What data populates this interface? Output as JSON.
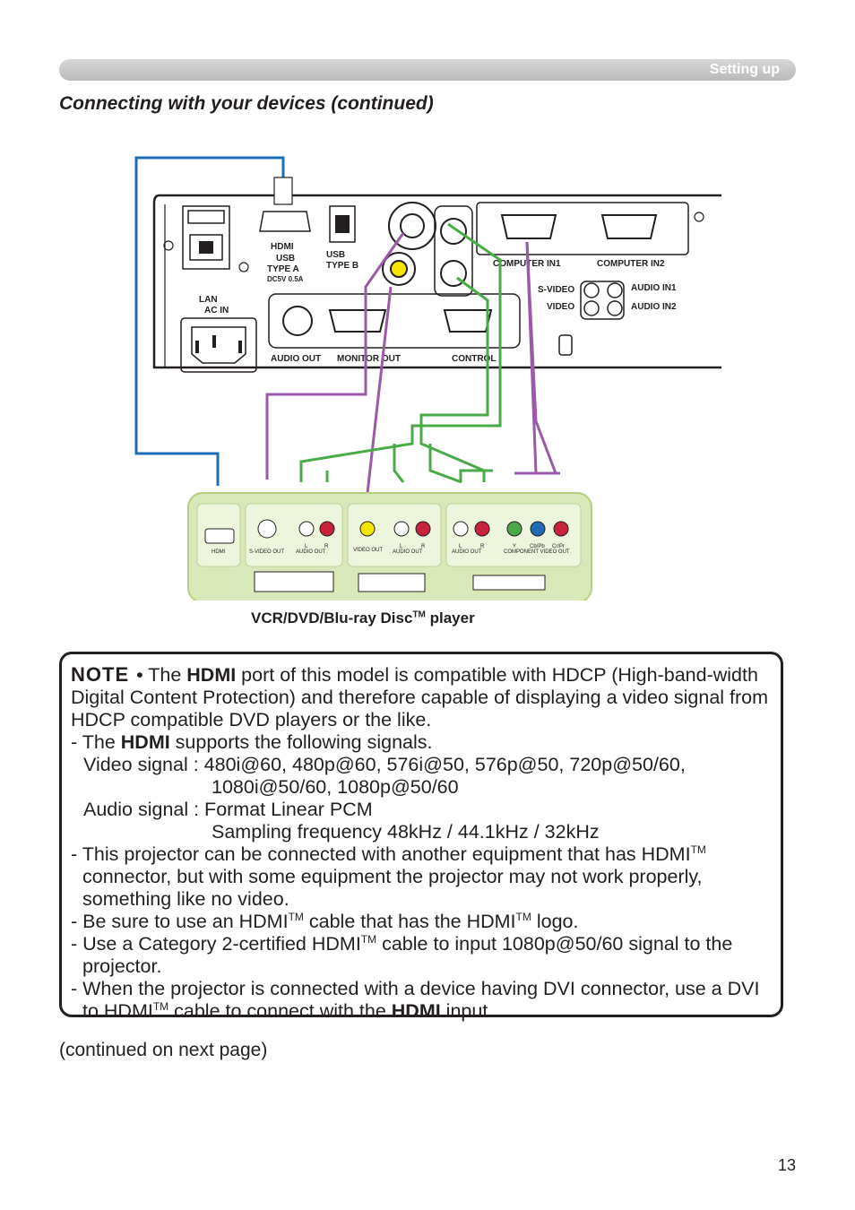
{
  "header": {
    "section": "Setting up"
  },
  "title": "Connecting with your devices (continued)",
  "diagram": {
    "projector_ports": {
      "hdmi": "HDMI",
      "usb_type_a": "USB",
      "usb_type_a_sub": "TYPE A",
      "usb_type_a_power": "DC5V 0.5A",
      "usb_type_b": "USB",
      "usb_type_b_sub": "TYPE B",
      "lan": "LAN",
      "ac_in": "AC IN",
      "computer_in1": "COMPUTER IN1",
      "computer_in2": "COMPUTER IN2",
      "s_video": "S-VIDEO",
      "video": "VIDEO",
      "audio_in1": "AUDIO IN1",
      "audio_in2": "AUDIO IN2",
      "audio_out": "AUDIO OUT",
      "monitor_out": "MONITOR OUT",
      "control": "CONTROL"
    },
    "device_ports": {
      "hdmi": "HDMI",
      "s_video_out": "S-VIDEO OUT",
      "audio_out": "AUDIO OUT",
      "video_out": "VIDEO OUT",
      "left": "L",
      "right": "R",
      "y": "Y",
      "cb_pb": "Cb/Pb",
      "cr_pr": "Cr/Pr",
      "component_video_out": "COMPONENT VIDEO OUT"
    },
    "caption": "VCR/DVD/Blu-ray Disc",
    "caption_tm": "TM",
    "caption_suffix": " player"
  },
  "note": {
    "label": "NOTE",
    "bullet": "• The ",
    "hdmi": "HDMI",
    "tm": "TM",
    "p1_rest": " port of this model is compatible with HDCP (High-band-width Digital Content Protection) and therefore capable of displaying a video signal from HDCP compatible DVD players or the like.",
    "p2_pre": "- The ",
    "p2_rest": " supports the following signals.",
    "video_signal_1": "Video signal : 480i@60, 480p@60, 576i@50, 576p@50, 720p@50/60,",
    "video_signal_2": "1080i@50/60, 1080p@50/60",
    "audio_signal_1": "Audio signal : Format Linear PCM",
    "audio_signal_2": "Sampling frequency 48kHz / 44.1kHz / 32kHz",
    "p3_a": "- This projector can be connected with another equipment that has HDMI",
    "p3_b": "connector, but with some equipment the projector may not work properly, something like no video.",
    "p4_a": "- Be sure to use an HDMI",
    "p4_b": " cable that has the HDMI",
    "p4_c": " logo.",
    "p5_a": "- Use a Category 2-certified HDMI",
    "p5_b": "  cable to input 1080p@50/60 signal to the projector.",
    "p6_a": "- When the projector is connected with a device having DVI connector, use a DVI to HDMI",
    "p6_b": " cable to connect with the ",
    "p6_c": " input."
  },
  "continued": "(continued on next page)",
  "page_number": "13",
  "colors": {
    "hdmi_cable": "#1f6db5",
    "video_cable": "#9a5aa8",
    "audio_cable": "#4aaa48",
    "device_panel": "#d9e8b8"
  }
}
